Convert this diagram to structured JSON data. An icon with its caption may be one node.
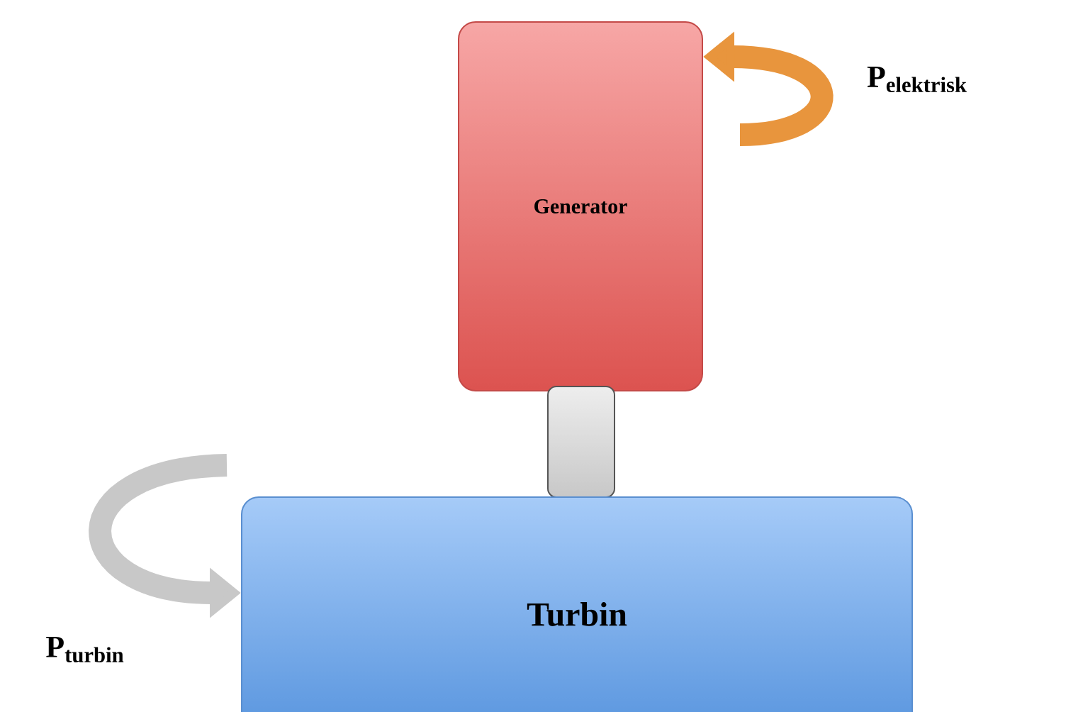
{
  "diagram": {
    "nodes": [
      {
        "text": [
          "Generator"
        ]
      },
      {
        "text": [],
        "shape": "box"
      },
      {
        "text": [
          "Turbin"
        ]
      }
    ],
    "edges": [
      {
        "from": null,
        "to": 0,
        "arrow": "to",
        "label": "\\textbf{P}_{\\textbf{elektrisk}}",
        "color": "#e8953d"
      },
      {
        "from": null,
        "to": 2,
        "arrow": "to",
        "label": "\\textbf{P}_{\\textbf{turbin}}",
        "color": "#c8c8c8"
      }
    ]
  }
}
